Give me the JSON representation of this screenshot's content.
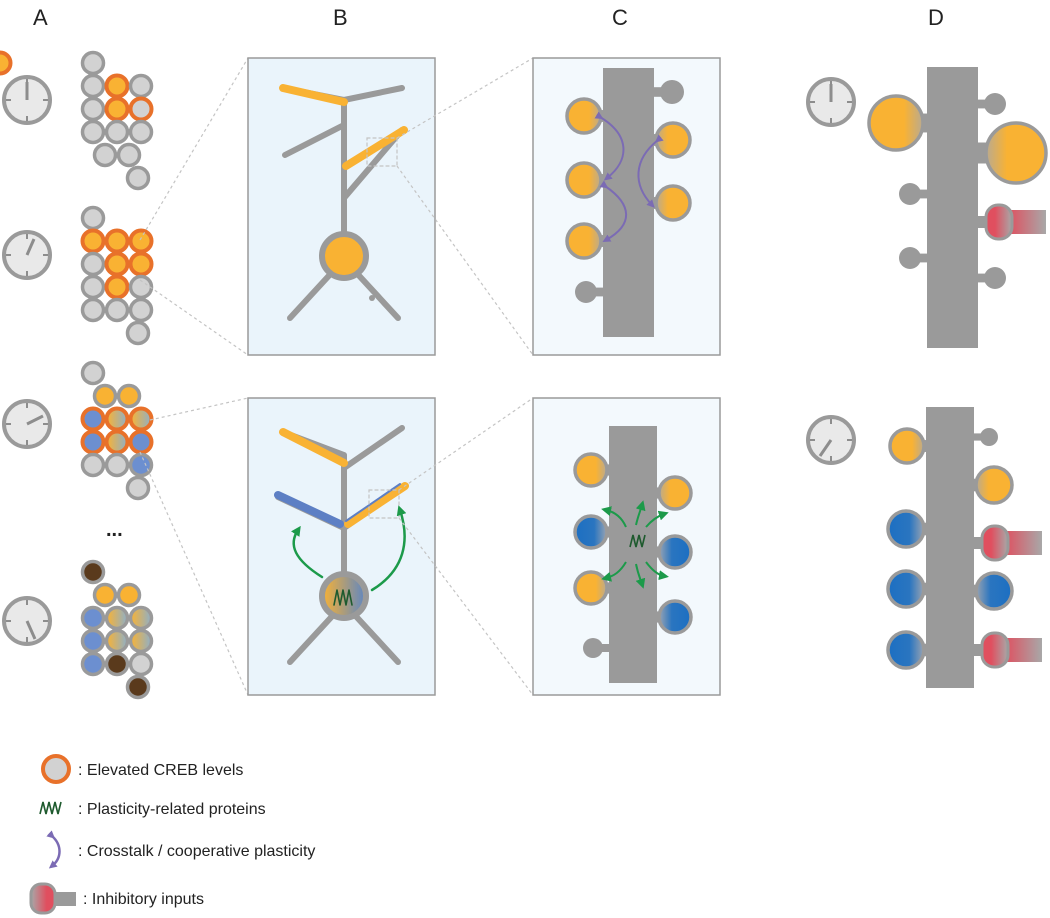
{
  "panels": {
    "a": "A",
    "b": "B",
    "c": "C",
    "d": "D"
  },
  "ellipsis": "...",
  "legend": {
    "creb": ": Elevated CREB levels",
    "prp": ": Plasticity-related proteins",
    "crosstalk": ": Crosstalk / cooperative plasticity",
    "inhibitory": ": Inhibitory inputs"
  },
  "colors": {
    "gray": "#9a9a9a",
    "cell_fill": "#d2d2d2",
    "creb_ring": "#e8712a",
    "engram_orange": "#f9b233",
    "engram_blue": "#3f78c0",
    "engram_brown": "#5a3a1c",
    "inhibitory_red": "#e04f5f",
    "crosstalk_purple": "#7b6bb4",
    "prp_green": "#1c9a4a",
    "panel_bg": "#eaf4fb"
  }
}
